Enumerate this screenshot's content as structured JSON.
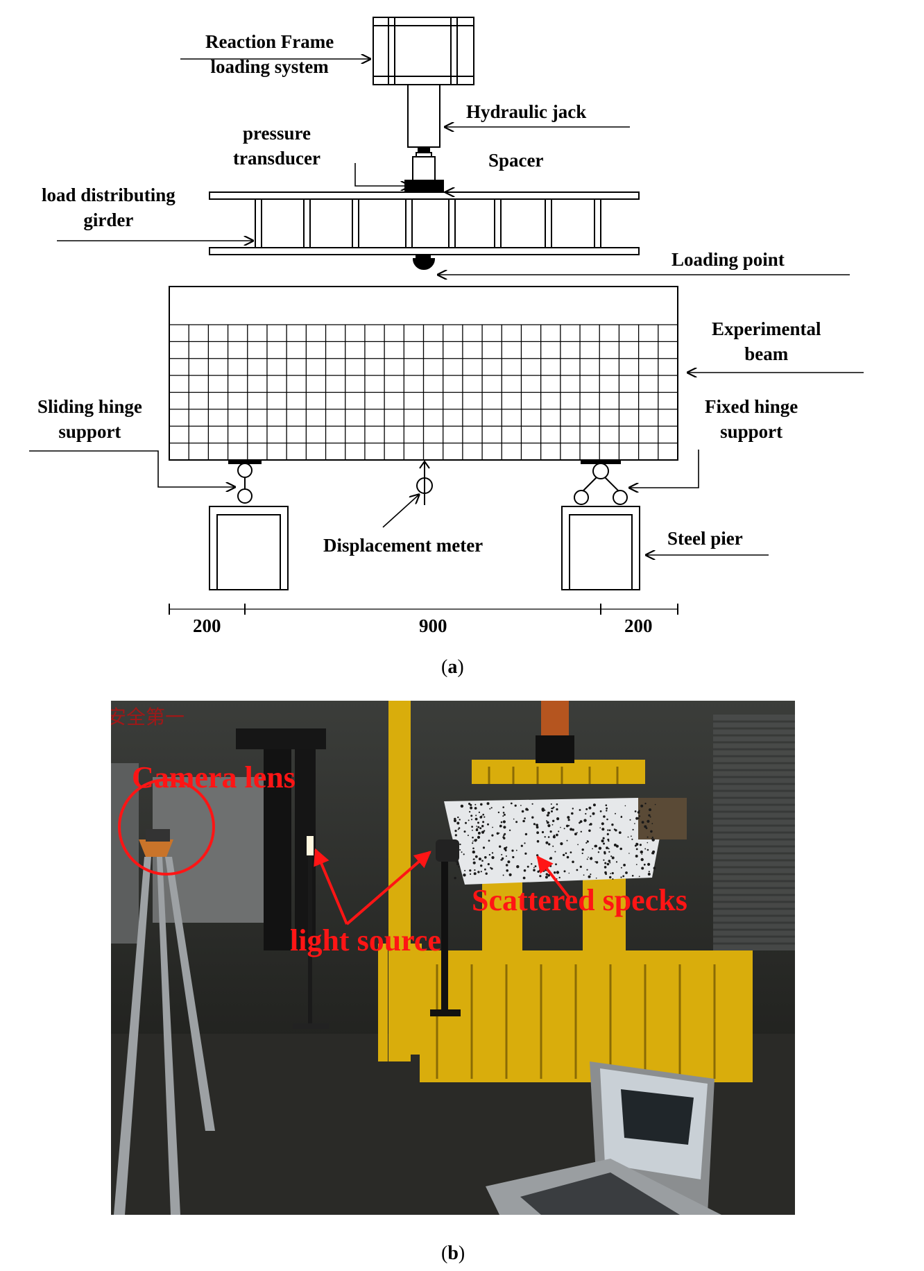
{
  "diagram": {
    "labels": {
      "reaction_frame": [
        "Reaction Frame",
        "loading system"
      ],
      "hydraulic_jack": "Hydraulic jack",
      "pressure_transducer": [
        "pressure",
        "transducer"
      ],
      "spacer": "Spacer",
      "load_distributing_girder": [
        "load distributing",
        "girder"
      ],
      "loading_point": "Loading point",
      "experimental_beam": [
        "Experimental",
        "beam"
      ],
      "sliding_hinge_support": [
        "Sliding hinge",
        "support"
      ],
      "fixed_hinge_support": [
        "Fixed hinge",
        "support"
      ],
      "displacement_meter": "Displacement meter",
      "steel_pier": "Steel pier"
    },
    "dimensions": [
      "200",
      "900",
      "200"
    ],
    "caption": {
      "open": "(",
      "letter": "a",
      "close": ")"
    }
  },
  "photo": {
    "labels": {
      "camera_lens": "Camera lens",
      "light_source": "light source",
      "scattered_specks": "Scattered specks"
    },
    "banner_text": "安全第一",
    "caption": {
      "open": "(",
      "letter": "b",
      "close": ")"
    },
    "annotation_color": "#ff1515",
    "frame_color": "#e8b800"
  }
}
